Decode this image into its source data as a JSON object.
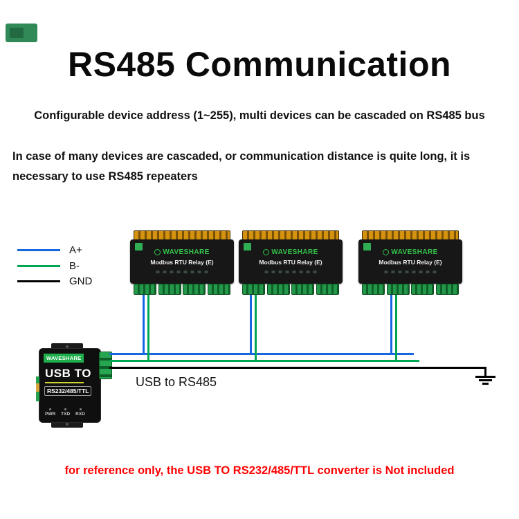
{
  "page": {
    "title": "RS485 Communication",
    "paragraph1": "Configurable device address (1~255), multi devices can be cascaded on RS485 bus",
    "paragraph2": "In case of many devices are cascaded, or communication distance is quite long, it is necessary to use RS485 repeaters",
    "footer": "for reference only, the USB TO RS232/485/TTL converter is Not included"
  },
  "legend": {
    "items": [
      {
        "label": "A+",
        "color": "#1767e0"
      },
      {
        "label": "B-",
        "color": "#00a651"
      },
      {
        "label": "GND",
        "color": "#000000"
      }
    ]
  },
  "diagram": {
    "relay_module": {
      "brand": "WAVESHARE",
      "model": "Modbus RTU Relay (E)"
    },
    "converter": {
      "brand": "WAVESHARE",
      "product": "USB TO",
      "interface": "RS232/485/TTL",
      "leds": [
        "PWR",
        "TXD",
        "RXD"
      ]
    },
    "bus_label": "USB to RS485"
  },
  "colors": {
    "wire_a_plus": "#1767e0",
    "wire_b_minus": "#00a651",
    "wire_gnd": "#000000",
    "footer_red": "#ff0000",
    "brand_green": "#2fbe54",
    "terminal_orange": "#d4920f"
  }
}
